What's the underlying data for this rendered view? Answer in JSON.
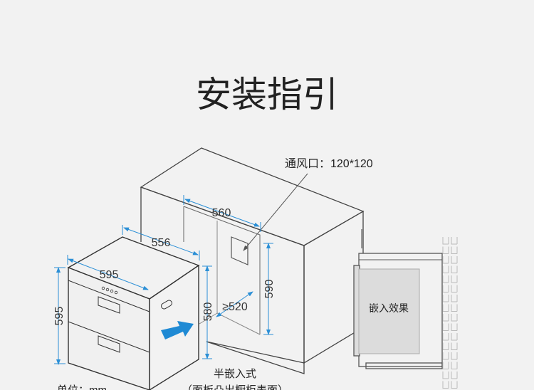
{
  "title": "安装指引",
  "vent_label": "通风口：120*120",
  "dimensions": {
    "appliance_depth": "556",
    "appliance_width": "595",
    "appliance_height": "595",
    "niche_height_front": "580",
    "niche_width": "560",
    "niche_height": "590",
    "niche_depth": "≥520"
  },
  "inset_label": "嵌入效果",
  "mode_label": "半嵌入式",
  "mode_note": "（面板凸出橱柜表面）",
  "unit_label": "单位：mm",
  "colors": {
    "dimension": "#2b8fd6",
    "arrow": "#1f8ad4",
    "line": "#444444"
  }
}
